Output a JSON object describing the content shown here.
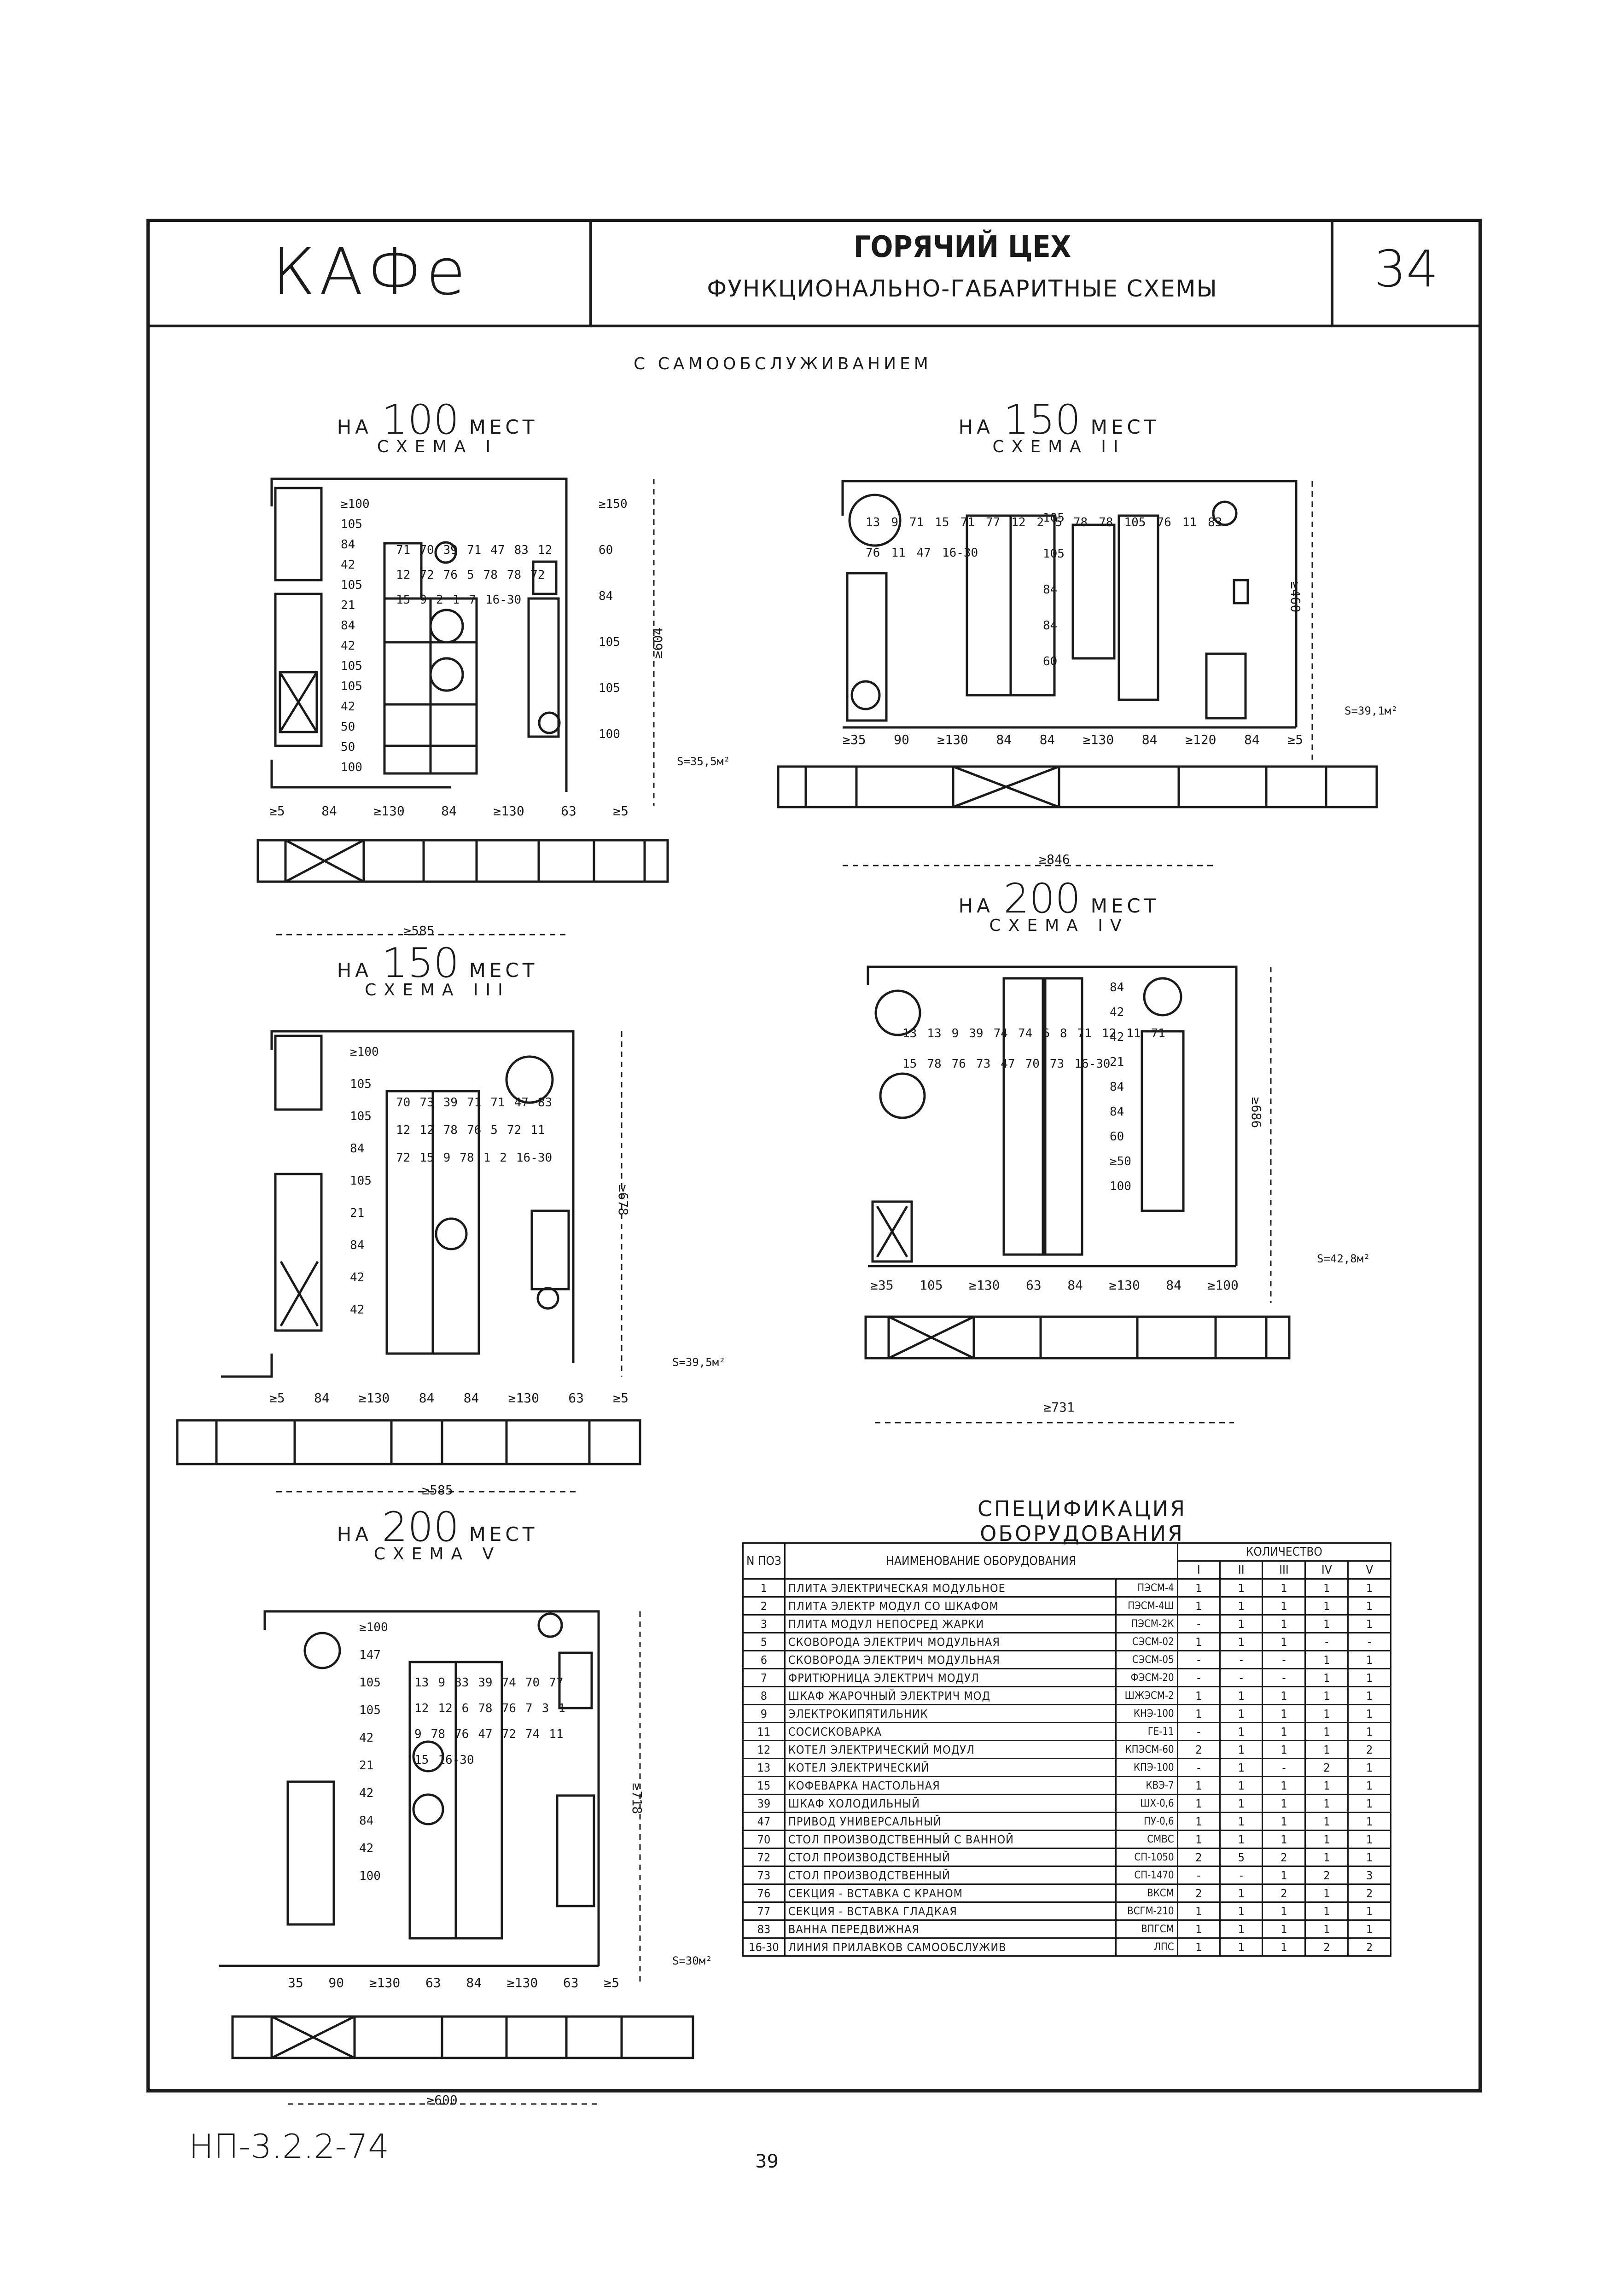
{
  "header": {
    "brand": "КАФе",
    "title_line1": "ГОРЯЧИЙ ЦЕХ",
    "title_line2": "ФУНКЦИОНАЛЬНО-ГАБАРИТНЫЕ СХЕМЫ",
    "page_number": "34"
  },
  "subtitle": "С САМООБСЛУЖИВАНИЕМ",
  "schemes": [
    {
      "prefix": "НА",
      "seats": "100",
      "suffix": "МЕСТ",
      "scheme": "СХЕМА I",
      "width": "≥585",
      "depth": "≥604",
      "area": "S=35,5м²",
      "bottom_dims": [
        "≥5",
        "84",
        "≥130",
        "84",
        "≥130",
        "63",
        "≥5"
      ],
      "side_dims": [
        "≥100",
        "105",
        "84",
        "42",
        "105",
        "21",
        "84",
        "42",
        "105",
        "105",
        "42",
        "50",
        "50",
        "100"
      ],
      "right_dims": [
        "≥150",
        "60",
        "84",
        "105",
        "105",
        "100"
      ],
      "labels": [
        "71",
        "70",
        "39",
        "71",
        "47",
        "83",
        "12",
        "12",
        "72",
        "76",
        "5",
        "78",
        "78",
        "72",
        "15",
        "9",
        "2",
        "1",
        "7",
        "16-30"
      ]
    },
    {
      "prefix": "НА",
      "seats": "150",
      "suffix": "МЕСТ",
      "scheme": "СХЕМА II",
      "width": "≥846",
      "depth": "≥460",
      "area": "S=39,1м²",
      "bottom_dims": [
        "≥35",
        "90",
        "≥130",
        "84",
        "84",
        "≥130",
        "84",
        "≥120",
        "84",
        "≥5"
      ],
      "side_dims": [
        "105",
        "105",
        "84",
        "84",
        "60"
      ],
      "labels": [
        "13",
        "9",
        "71",
        "15",
        "71",
        "77",
        "12",
        "2",
        "5",
        "78",
        "78",
        "105",
        "76",
        "11",
        "83",
        "76",
        "11",
        "47",
        "16-30"
      ]
    },
    {
      "prefix": "НА",
      "seats": "150",
      "suffix": "МЕСТ",
      "scheme": "СХЕМА III",
      "width": "≥585",
      "depth": "≥678",
      "area": "S=39,5м²",
      "bottom_dims": [
        "≥5",
        "84",
        "≥130",
        "84",
        "84",
        "≥130",
        "63",
        "≥5"
      ],
      "side_dims": [
        "≥100",
        "105",
        "105",
        "84",
        "105",
        "21",
        "84",
        "42",
        "42"
      ],
      "labels": [
        "70",
        "73",
        "39",
        "71",
        "71",
        "47",
        "83",
        "12",
        "12",
        "78",
        "76",
        "5",
        "72",
        "11",
        "72",
        "15",
        "9",
        "78",
        "1",
        "2",
        "16-30"
      ]
    },
    {
      "prefix": "НА",
      "seats": "200",
      "suffix": "МЕСТ",
      "scheme": "СХЕМА IV",
      "width": "≥731",
      "depth": "≥686",
      "area": "S=42,8м²",
      "bottom_dims": [
        "≥35",
        "105",
        "≥130",
        "63",
        "84",
        "≥130",
        "84",
        "≥100"
      ],
      "side_dims": [
        "84",
        "42",
        "42",
        "21",
        "84",
        "84",
        "60",
        "≥50",
        "100"
      ],
      "labels": [
        "13",
        "13",
        "9",
        "39",
        "74",
        "74",
        "6",
        "8",
        "71",
        "12",
        "11",
        "71",
        "15",
        "78",
        "76",
        "73",
        "47",
        "70",
        "73",
        "16-30"
      ]
    },
    {
      "prefix": "НА",
      "seats": "200",
      "suffix": "МЕСТ",
      "scheme": "СХЕМА V",
      "width": "≥600",
      "depth": "≥718",
      "area": "S=30м²",
      "bottom_dims": [
        "35",
        "90",
        "≥130",
        "63",
        "84",
        "≥130",
        "63",
        "≥5"
      ],
      "side_dims": [
        "≥100",
        "147",
        "105",
        "105",
        "42",
        "21",
        "42",
        "84",
        "42",
        "100"
      ],
      "labels": [
        "13",
        "9",
        "83",
        "39",
        "74",
        "70",
        "77",
        "12",
        "12",
        "6",
        "78",
        "76",
        "7",
        "3",
        "1",
        "9",
        "78",
        "76",
        "47",
        "72",
        "74",
        "11",
        "15",
        "16-30"
      ]
    }
  ],
  "spec": {
    "title": "СПЕЦИФИКАЦИЯ ОБОРУДОВАНИЯ",
    "col_no": "N ПОЗ",
    "col_name": "НАИМЕНОВАНИЕ ОБОРУДОВАНИЯ",
    "col_qty": "КОЛИЧЕСТВО",
    "qty_cols": [
      "I",
      "II",
      "III",
      "IV",
      "V"
    ],
    "rows": [
      {
        "no": "1",
        "name": "ПЛИТА ЭЛЕКТРИЧЕСКАЯ МОДУЛЬНОЕ",
        "mark": "ПЭСМ-4",
        "q": [
          "1",
          "1",
          "1",
          "1",
          "1"
        ]
      },
      {
        "no": "2",
        "name": "ПЛИТА ЭЛЕКТР МОДУЛ СО ШКАФОМ",
        "mark": "ПЭСМ-4Ш",
        "q": [
          "1",
          "1",
          "1",
          "1",
          "1"
        ]
      },
      {
        "no": "3",
        "name": "ПЛИТА МОДУЛ НЕПОСРЕД ЖАРКИ",
        "mark": "ПЭСМ-2К",
        "q": [
          "-",
          "1",
          "1",
          "1",
          "1"
        ]
      },
      {
        "no": "5",
        "name": "СКОВОРОДА ЭЛЕКТРИЧ МОДУЛЬНАЯ",
        "mark": "СЭСМ-02",
        "q": [
          "1",
          "1",
          "1",
          "-",
          "-"
        ]
      },
      {
        "no": "6",
        "name": "СКОВОРОДА ЭЛЕКТРИЧ МОДУЛЬНАЯ",
        "mark": "СЭСМ-05",
        "q": [
          "-",
          "-",
          "-",
          "1",
          "1"
        ]
      },
      {
        "no": "7",
        "name": "ФРИТЮРНИЦА ЭЛЕКТРИЧ МОДУЛ",
        "mark": "ФЭСМ-20",
        "q": [
          "-",
          "-",
          "-",
          "1",
          "1"
        ]
      },
      {
        "no": "8",
        "name": "ШКАФ ЖАРОЧНЫЙ ЭЛЕКТРИЧ МОД",
        "mark": "ШЖЭСМ-2",
        "q": [
          "1",
          "1",
          "1",
          "1",
          "1"
        ]
      },
      {
        "no": "9",
        "name": "ЭЛЕКТРОКИПЯТИЛЬНИК",
        "mark": "КНЭ-100",
        "q": [
          "1",
          "1",
          "1",
          "1",
          "1"
        ]
      },
      {
        "no": "11",
        "name": "СОСИСКОВАРКА",
        "mark": "ГЕ-11",
        "q": [
          "-",
          "1",
          "1",
          "1",
          "1"
        ]
      },
      {
        "no": "12",
        "name": "КОТЕЛ ЭЛЕКТРИЧЕСКИЙ МОДУЛ",
        "mark": "КПЭСМ-60",
        "q": [
          "2",
          "1",
          "1",
          "1",
          "2"
        ]
      },
      {
        "no": "13",
        "name": "КОТЕЛ ЭЛЕКТРИЧЕСКИЙ",
        "mark": "КПЭ-100",
        "q": [
          "-",
          "1",
          "-",
          "2",
          "1"
        ]
      },
      {
        "no": "15",
        "name": "КОФЕВАРКА НАСТОЛЬНАЯ",
        "mark": "КВЭ-7",
        "q": [
          "1",
          "1",
          "1",
          "1",
          "1"
        ]
      },
      {
        "no": "39",
        "name": "ШКАФ ХОЛОДИЛЬНЫЙ",
        "mark": "ШХ-0,6",
        "q": [
          "1",
          "1",
          "1",
          "1",
          "1"
        ]
      },
      {
        "no": "47",
        "name": "ПРИВОД УНИВЕРСАЛЬНЫЙ",
        "mark": "ПУ-0,6",
        "q": [
          "1",
          "1",
          "1",
          "1",
          "1"
        ]
      },
      {
        "no": "70",
        "name": "СТОЛ ПРОИЗВОДСТВЕННЫЙ С ВАННОЙ",
        "mark": "СМВС",
        "q": [
          "1",
          "1",
          "1",
          "1",
          "1"
        ]
      },
      {
        "no": "72",
        "name": "СТОЛ ПРОИЗВОДСТВЕННЫЙ",
        "mark": "СП-1050",
        "q": [
          "2",
          "5",
          "2",
          "1",
          "1"
        ]
      },
      {
        "no": "73",
        "name": "СТОЛ ПРОИЗВОДСТВЕННЫЙ",
        "mark": "СП-1470",
        "q": [
          "-",
          "-",
          "1",
          "2",
          "3"
        ]
      },
      {
        "no": "76",
        "name": "СЕКЦИЯ - ВСТАВКА С КРАНОМ",
        "mark": "ВКСМ",
        "q": [
          "2",
          "1",
          "2",
          "1",
          "2"
        ]
      },
      {
        "no": "77",
        "name": "СЕКЦИЯ - ВСТАВКА ГЛАДКАЯ",
        "mark": "ВСГМ-210",
        "q": [
          "1",
          "1",
          "1",
          "1",
          "1"
        ]
      },
      {
        "no": "83",
        "name": "ВАННА ПЕРЕДВИЖНАЯ",
        "mark": "ВПГСМ",
        "q": [
          "1",
          "1",
          "1",
          "1",
          "1"
        ]
      },
      {
        "no": "16-30",
        "name": "ЛИНИЯ ПРИЛАВКОВ САМООБСЛУЖИВ",
        "mark": "ЛПС",
        "q": [
          "1",
          "1",
          "1",
          "2",
          "2"
        ]
      }
    ]
  },
  "footer": {
    "doc_code": "НП-3.2.2-74",
    "page": "39"
  }
}
